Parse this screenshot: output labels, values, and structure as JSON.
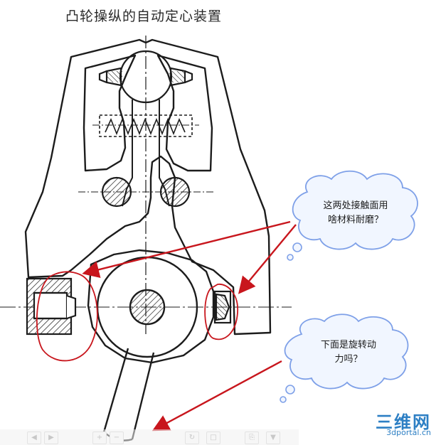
{
  "title": "凸轮操纵的自动定心装置",
  "annotations": {
    "top_bubble": {
      "line1": "这两处接触面用",
      "line2": "啥材料耐磨？"
    },
    "bottom_bubble": {
      "line1": "下面是旋转动",
      "line2": "力吗？"
    }
  },
  "watermark": {
    "main": "三维网",
    "sub": "3dportal.cn"
  },
  "colors": {
    "ink": "#1c1c1c",
    "annotation_red": "#c8161d",
    "bubble_fill": "#f1f6ff",
    "bubble_stroke": "#7ea0e8",
    "watermark_blue": "#2d7fc4"
  },
  "toolbar": {
    "icons": [
      "prev-icon",
      "next-icon",
      "zoom-in-icon",
      "zoom-out-icon",
      "rotate-icon",
      "fit-icon",
      "print-icon",
      "save-icon"
    ]
  }
}
